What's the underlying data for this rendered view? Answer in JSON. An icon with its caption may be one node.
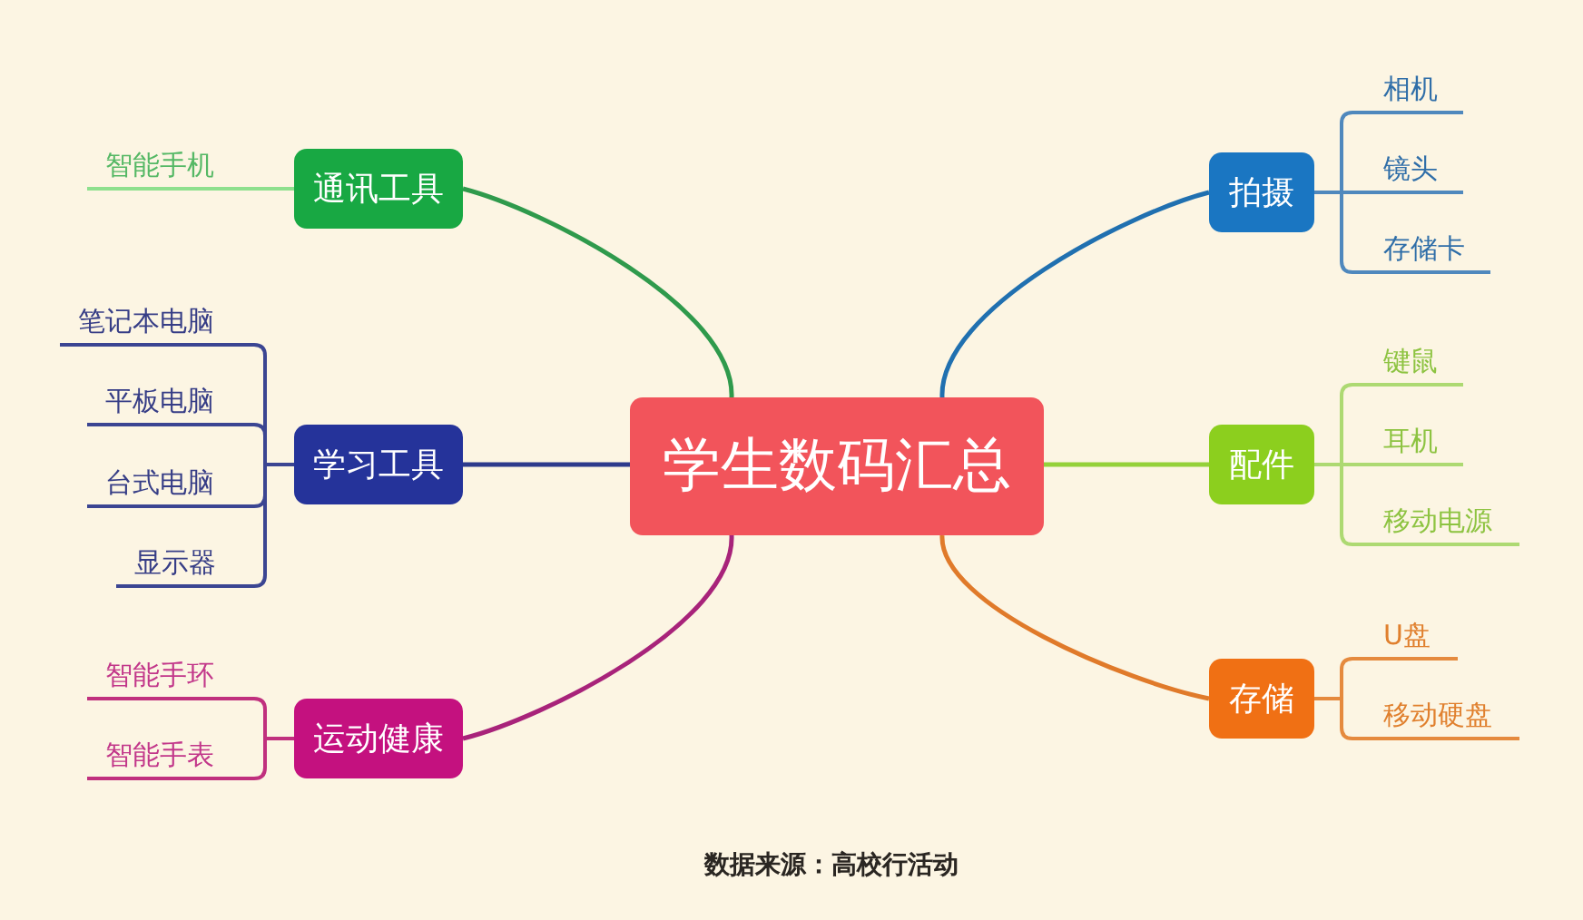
{
  "diagram": {
    "caption": "数据来源：高校行活动",
    "nodes": [
      {
        "text": [
          "学生数码汇总"
        ]
      },
      {
        "text": [
          "通讯工具"
        ]
      },
      {
        "text": [
          "智能手机"
        ]
      },
      {
        "text": [
          "学习工具"
        ]
      },
      {
        "text": [
          "笔记本电脑"
        ]
      },
      {
        "text": [
          "平板电脑"
        ]
      },
      {
        "text": [
          "台式电脑"
        ]
      },
      {
        "text": [
          "显示器"
        ]
      },
      {
        "text": [
          "运动健康"
        ]
      },
      {
        "text": [
          "智能手环"
        ]
      },
      {
        "text": [
          "智能手表"
        ]
      },
      {
        "text": [
          "拍摄"
        ]
      },
      {
        "text": [
          "相机"
        ]
      },
      {
        "text": [
          "镜头"
        ]
      },
      {
        "text": [
          "存储卡"
        ]
      },
      {
        "text": [
          "配件"
        ]
      },
      {
        "text": [
          "键鼠"
        ]
      },
      {
        "text": [
          "耳机"
        ]
      },
      {
        "text": [
          "移动电源"
        ]
      },
      {
        "text": [
          "存储"
        ]
      },
      {
        "text": [
          "U盘"
        ]
      },
      {
        "text": [
          "移动硬盘"
        ]
      }
    ],
    "edges": [
      {
        "from": 0,
        "to": 1,
        "arrow": "none",
        "color": "#2f9a4c"
      },
      {
        "from": 1,
        "to": 2,
        "arrow": "none",
        "color": "#8ee08e"
      },
      {
        "from": 0,
        "to": 3,
        "arrow": "none",
        "color": "#2d3a8c"
      },
      {
        "from": 3,
        "to": 4,
        "arrow": "none",
        "color": "#3b4592"
      },
      {
        "from": 3,
        "to": 5,
        "arrow": "none",
        "color": "#3b4592"
      },
      {
        "from": 3,
        "to": 6,
        "arrow": "none",
        "color": "#3b4592"
      },
      {
        "from": 3,
        "to": 7,
        "arrow": "none",
        "color": "#3b4592"
      },
      {
        "from": 0,
        "to": 8,
        "arrow": "none",
        "color": "#a8237a"
      },
      {
        "from": 8,
        "to": 9,
        "arrow": "none",
        "color": "#c0307e"
      },
      {
        "from": 8,
        "to": 10,
        "arrow": "none",
        "color": "#c0307e"
      },
      {
        "from": 0,
        "to": 11,
        "arrow": "none",
        "color": "#2070b0"
      },
      {
        "from": 11,
        "to": 12,
        "arrow": "none",
        "color": "#4f88bd"
      },
      {
        "from": 11,
        "to": 13,
        "arrow": "none",
        "color": "#4f88bd"
      },
      {
        "from": 11,
        "to": 14,
        "arrow": "none",
        "color": "#4f88bd"
      },
      {
        "from": 0,
        "to": 15,
        "arrow": "none",
        "color": "#94d13a"
      },
      {
        "from": 15,
        "to": 16,
        "arrow": "none",
        "color": "#add972"
      },
      {
        "from": 15,
        "to": 17,
        "arrow": "none",
        "color": "#add972"
      },
      {
        "from": 15,
        "to": 18,
        "arrow": "none",
        "color": "#add972"
      },
      {
        "from": 0,
        "to": 19,
        "arrow": "none",
        "color": "#e07a2a"
      },
      {
        "from": 19,
        "to": 20,
        "arrow": "none",
        "color": "#e58a3e"
      },
      {
        "from": 19,
        "to": 21,
        "arrow": "none",
        "color": "#e58a3e"
      }
    ]
  }
}
